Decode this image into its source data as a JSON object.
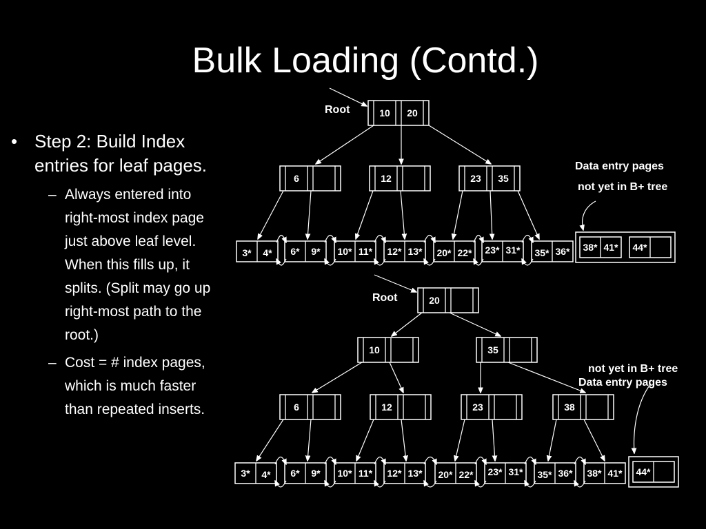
{
  "title": "Bulk Loading (Contd.)",
  "bullet": {
    "text": [
      "Step 2: Build Index",
      "entries for leaf pages."
    ],
    "subs": [
      [
        "Always entered into",
        "right-most index page",
        "just above leaf level.",
        "When this fills up, it",
        "splits.  (Split may go up",
        "right-most path to the",
        "root.)"
      ],
      [
        "Cost = # index pages,",
        "which is much faster",
        "than repeated inserts."
      ]
    ]
  },
  "diagram": {
    "root_label": "Root",
    "pending_label": [
      "Data entry pages",
      "not yet in B+ tree"
    ],
    "top_tree": {
      "root": [
        "10",
        "20"
      ],
      "index": [
        [
          "6"
        ],
        [
          "12"
        ],
        [
          "23",
          "35"
        ]
      ],
      "leaves": [
        [
          "3*",
          "4*"
        ],
        [
          "6*",
          "9*"
        ],
        [
          "10*",
          "11*"
        ],
        [
          "12*",
          "13*"
        ],
        [
          "20*",
          "22*"
        ],
        [
          "23*",
          "31*"
        ],
        [
          "35*",
          "36*"
        ]
      ],
      "pending": [
        [
          "38*",
          "41*"
        ],
        [
          "44*"
        ]
      ]
    },
    "bottom_tree": {
      "root": [
        "20"
      ],
      "level1": [
        [
          "10"
        ],
        [
          "35"
        ]
      ],
      "level2": [
        [
          "6"
        ],
        [
          "12"
        ],
        [
          "23"
        ],
        [
          "38"
        ]
      ],
      "leaves": [
        [
          "3*",
          "4*"
        ],
        [
          "6*",
          "9*"
        ],
        [
          "10*",
          "11*"
        ],
        [
          "12*",
          "13*"
        ],
        [
          "20*",
          "22*"
        ],
        [
          "23*",
          "31*"
        ],
        [
          "35*",
          "36*"
        ],
        [
          "38*",
          "41*"
        ]
      ],
      "pending": [
        [
          "44*"
        ]
      ]
    }
  }
}
